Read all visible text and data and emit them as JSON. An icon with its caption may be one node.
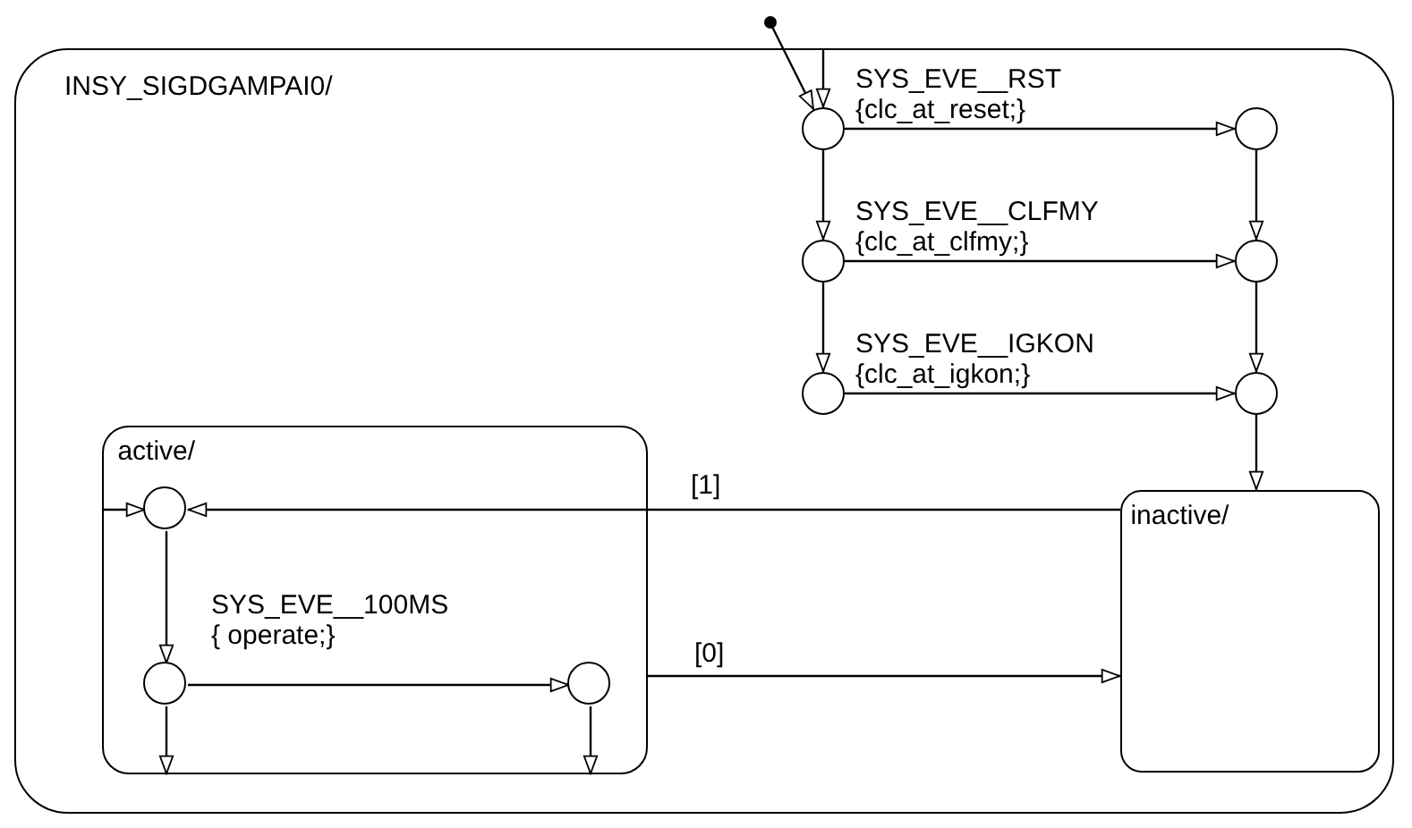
{
  "diagram": {
    "nodes": [
      {
        "text": [
          "INSY_SIGDGAMPAI0/"
        ]
      },
      {
        "text": [],
        "shape": "circle"
      },
      {
        "text": [],
        "shape": "circle",
        "in": 0
      },
      {
        "text": [],
        "shape": "circle",
        "in": 0
      },
      {
        "text": [],
        "shape": "circle",
        "in": 0
      },
      {
        "text": [],
        "shape": "circle",
        "in": 0
      },
      {
        "text": [],
        "shape": "circle",
        "in": 0
      },
      {
        "text": [],
        "shape": "circle",
        "in": 0
      },
      {
        "text": [
          "active/"
        ],
        "in": 0
      },
      {
        "text": [],
        "shape": "circle",
        "in": 8
      },
      {
        "text": [],
        "shape": "circle",
        "in": 8
      },
      {
        "text": [],
        "shape": "circle",
        "in": 8
      },
      {
        "text": [
          "inactive/"
        ],
        "in": 0
      }
    ],
    "edges": [
      {
        "from": 1,
        "to": 2,
        "arrow": "to"
      },
      {
        "from": 0,
        "to": 2,
        "arrow": "to"
      },
      {
        "from": 2,
        "to": 3,
        "arrow": "to",
        "label": "SYS_EVE__RST {clc_at_reset;}"
      },
      {
        "from": 2,
        "to": 4,
        "arrow": "to"
      },
      {
        "from": 3,
        "to": 5,
        "arrow": "to"
      },
      {
        "from": 4,
        "to": 5,
        "arrow": "to",
        "label": "SYS_EVE__CLFMY {clc_at_clfmy;}"
      },
      {
        "from": 4,
        "to": 6,
        "arrow": "to"
      },
      {
        "from": 5,
        "to": 7,
        "arrow": "to"
      },
      {
        "from": 6,
        "to": 7,
        "arrow": "to",
        "label": "SYS_EVE__IGKON {clc_at_igkon;}"
      },
      {
        "from": 7,
        "to": 12,
        "arrow": "to"
      },
      {
        "from": 12,
        "to": 9,
        "arrow": "to",
        "label": "[1]"
      },
      {
        "from": 8,
        "to": 9,
        "arrow": "to"
      },
      {
        "from": 9,
        "to": 10,
        "arrow": "to"
      },
      {
        "from": 10,
        "to": 11,
        "arrow": "to",
        "label": "SYS_EVE__100MS { operate;}"
      },
      {
        "from": 10,
        "to": 8,
        "arrow": "to"
      },
      {
        "from": 11,
        "to": 8,
        "arrow": "to"
      },
      {
        "from": 8,
        "to": 12,
        "arrow": "to",
        "label": "[0]"
      }
    ]
  }
}
